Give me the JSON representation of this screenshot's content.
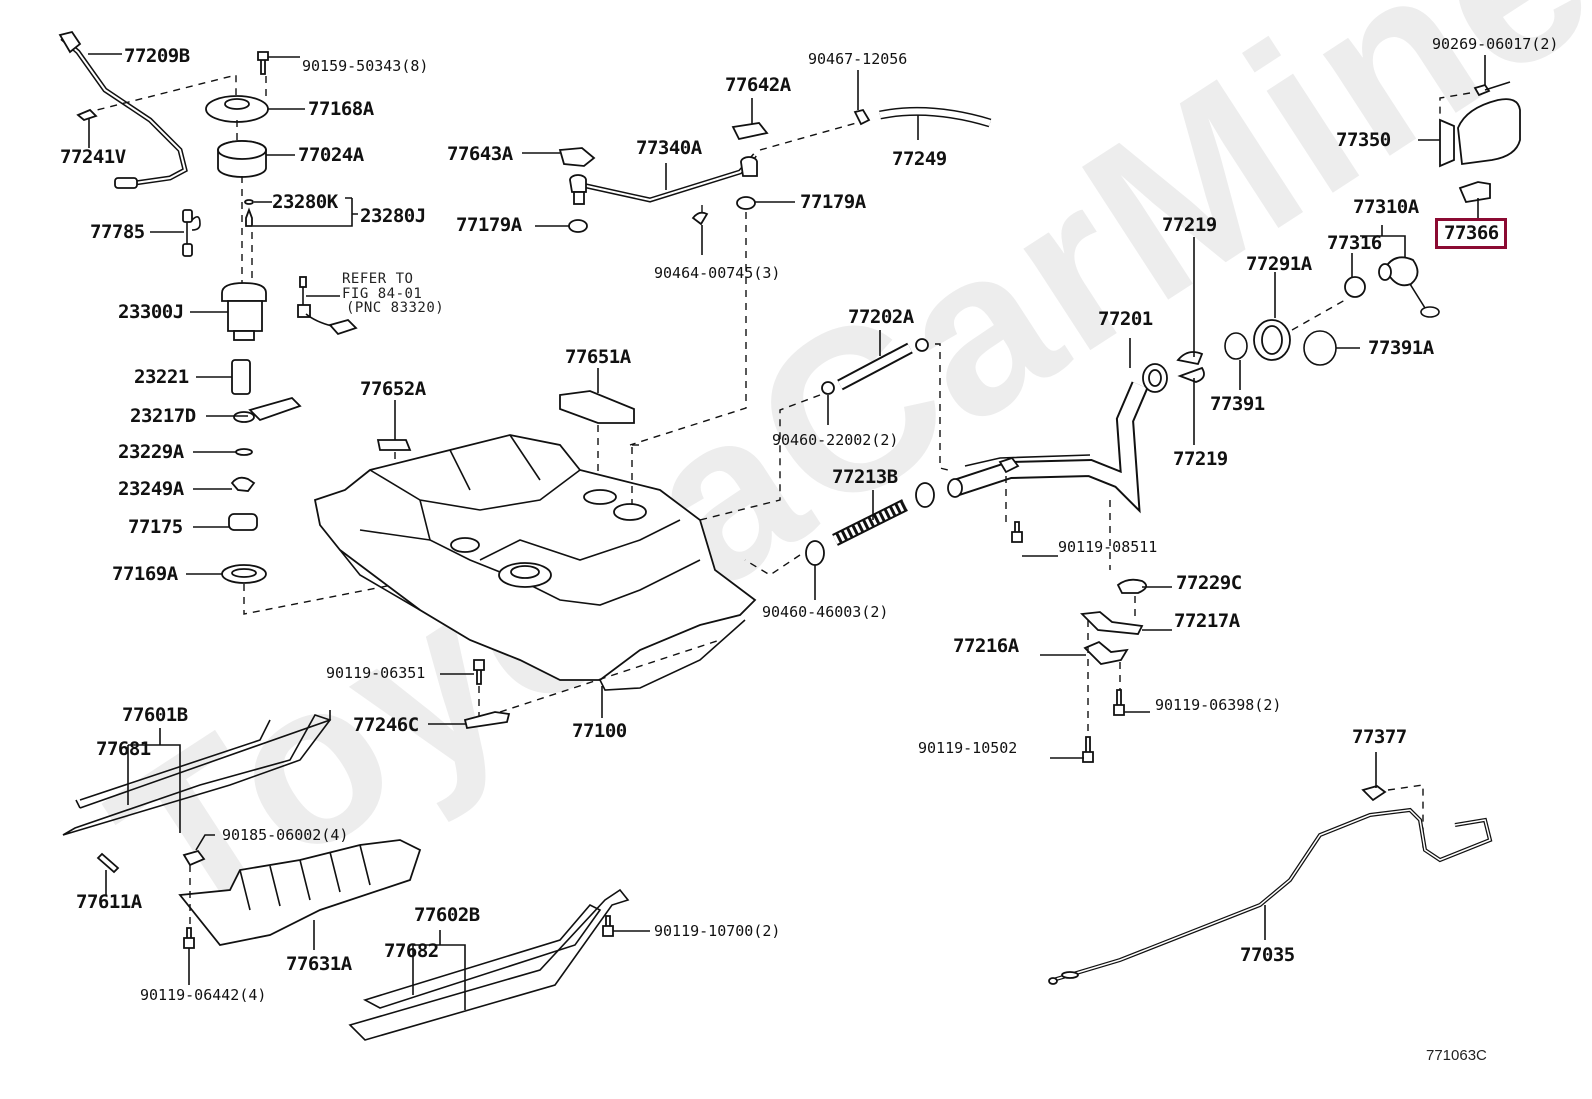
{
  "diagram": {
    "title": "Fuel tank & tube parts diagram",
    "figure_code": "771063C",
    "watermark": "ToyotaCarMine.ru",
    "highlight_color": "#8b0a32",
    "highlighted_part": "77366",
    "refer_note": [
      "REFER TO",
      "FIG 84-01",
      "(PNC 83320)"
    ],
    "parts": [
      {
        "id": "77209B"
      },
      {
        "id": "90159-50343(8)"
      },
      {
        "id": "77168A"
      },
      {
        "id": "77241V"
      },
      {
        "id": "77024A"
      },
      {
        "id": "23280K"
      },
      {
        "id": "23280J"
      },
      {
        "id": "77785"
      },
      {
        "id": "23300J"
      },
      {
        "id": "23221"
      },
      {
        "id": "23217D"
      },
      {
        "id": "23229A"
      },
      {
        "id": "23249A"
      },
      {
        "id": "77175"
      },
      {
        "id": "77169A"
      },
      {
        "id": "77642A"
      },
      {
        "id": "90467-12056"
      },
      {
        "id": "77643A"
      },
      {
        "id": "77340A"
      },
      {
        "id": "77249"
      },
      {
        "id": "77179A"
      },
      {
        "id": "77179A"
      },
      {
        "id": "90464-00745(3)"
      },
      {
        "id": "77652A"
      },
      {
        "id": "77651A"
      },
      {
        "id": "77202A"
      },
      {
        "id": "90460-22002(2)"
      },
      {
        "id": "77213B"
      },
      {
        "id": "90460-46003(2)"
      },
      {
        "id": "77201"
      },
      {
        "id": "77219"
      },
      {
        "id": "77219"
      },
      {
        "id": "77391"
      },
      {
        "id": "77291A"
      },
      {
        "id": "77391A"
      },
      {
        "id": "77316"
      },
      {
        "id": "77310A"
      },
      {
        "id": "90269-06017(2)"
      },
      {
        "id": "77350"
      },
      {
        "id": "77366"
      },
      {
        "id": "90119-08511"
      },
      {
        "id": "77229C"
      },
      {
        "id": "77217A"
      },
      {
        "id": "77216A"
      },
      {
        "id": "90119-06398(2)"
      },
      {
        "id": "90119-10502"
      },
      {
        "id": "90119-06351"
      },
      {
        "id": "77246C"
      },
      {
        "id": "77100"
      },
      {
        "id": "77601B"
      },
      {
        "id": "77681"
      },
      {
        "id": "90185-06002(4)"
      },
      {
        "id": "77611A"
      },
      {
        "id": "77631A"
      },
      {
        "id": "90119-06442(4)"
      },
      {
        "id": "77602B"
      },
      {
        "id": "77682"
      },
      {
        "id": "90119-10700(2)"
      },
      {
        "id": "77377"
      },
      {
        "id": "77035"
      }
    ]
  }
}
